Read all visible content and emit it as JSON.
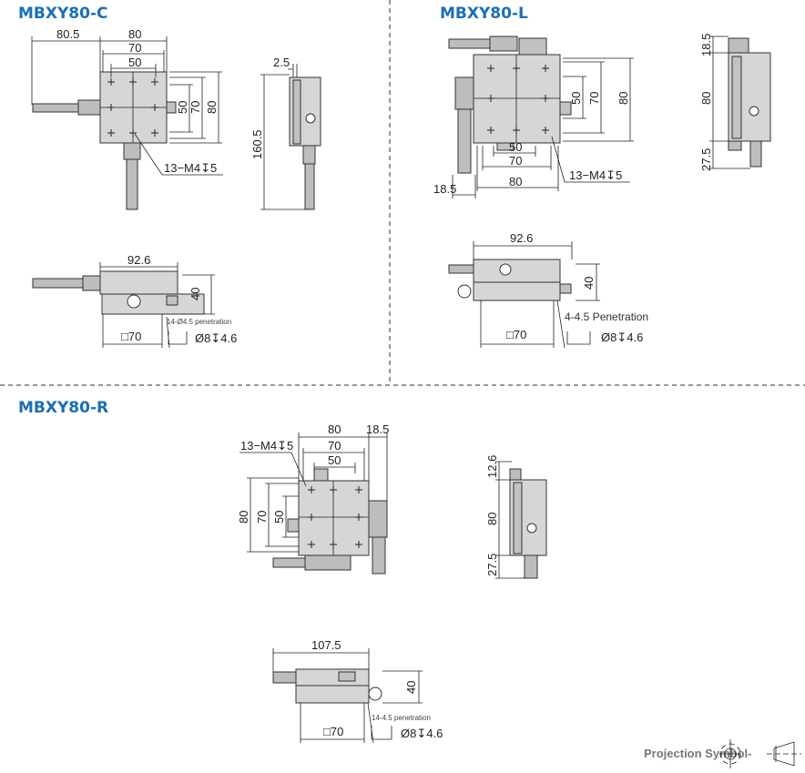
{
  "sections": {
    "c": {
      "title": "MBXY80-C",
      "top_view": {
        "d80_5": "80.5",
        "d80": "80",
        "d70": "70",
        "d50": "50",
        "v50": "50",
        "v70": "70",
        "v80": "80",
        "holes": "13−M4↧5"
      },
      "side_view": {
        "d2_5": "2.5",
        "d160_5": "160.5"
      },
      "front_view": {
        "d92_6": "92.6",
        "d40": "40",
        "penetration": "14-Ø4.5 penetration",
        "square": "□70",
        "counterbore": "Ø8↧4.6"
      }
    },
    "l": {
      "title": "MBXY80-L",
      "top_view": {
        "v50": "50",
        "v70": "70",
        "v80": "80",
        "h50": "50",
        "h70": "70",
        "h80": "80",
        "d18_5": "18.5",
        "holes": "13−M4↧5"
      },
      "side_view": {
        "d18_5": "18.5",
        "d80": "80",
        "d27_5": "27.5"
      },
      "front_view": {
        "d92_6": "92.6",
        "d40": "40",
        "penetration": "4-4.5 Penetration",
        "square": "□70",
        "counterbore": "Ø8↧4.6"
      }
    },
    "r": {
      "title": "MBXY80-R",
      "top_view": {
        "d80": "80",
        "d18_5": "18.5",
        "holes": "13−M4↧5",
        "d70": "70",
        "d50": "50",
        "v80": "80",
        "v70": "70",
        "v50": "50"
      },
      "side_view": {
        "d12_6": "12.6",
        "d80": "80",
        "d27_5": "27.5"
      },
      "front_view": {
        "d107_5": "107.5",
        "d40": "40",
        "penetration": "14-4.5 penetration",
        "square": "□70",
        "counterbore": "Ø8↧4.6"
      }
    }
  },
  "footer": {
    "projection_label": "Projection Symbol-"
  }
}
